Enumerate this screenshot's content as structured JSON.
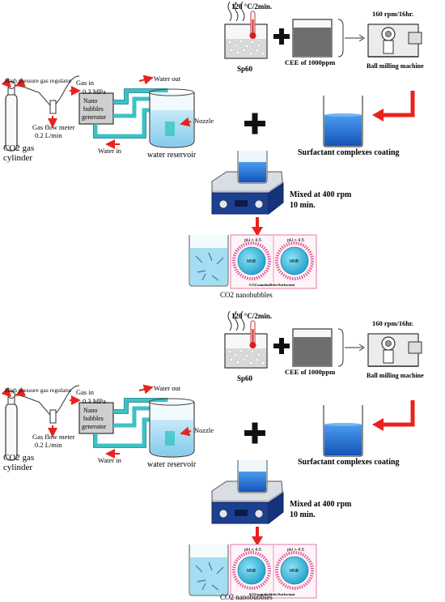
{
  "panels": [
    {
      "heating_label": "120 °C/2min.",
      "sp60_label": "Sp60",
      "cee_label": "CEE of 1000ppm",
      "rpm_label": "160 rpm/16hr.",
      "ball_mill_label": "Ball milling machine",
      "gas_regulator_label": "High pressure gas regulator",
      "gas_in_label": "Gas in",
      "pressure_label": "0.3 MPa",
      "generator_label": [
        "Nano",
        "bubbles",
        "generator"
      ],
      "water_out_label": "Water out",
      "nozzle_label": "Nozzle",
      "flow_meter_label": "Gas flow meter",
      "flow_rate_label": "0.2 L/min",
      "co2_cylinder_label": [
        "CO2 gas",
        "cylinder"
      ],
      "water_in_label": "Water in",
      "water_reservoir_label": "water reservoir",
      "surfactant_label": "Surfactant complexes coating",
      "mixed_label": [
        "Mixed at 400 rpm",
        "10 min."
      ],
      "ph_low_label": "pH < 4.5",
      "ph_high_label": "pH > 4.5",
      "mnb_label": "MNB",
      "inset_caption": "CO2 nanobubbles/Surfactant",
      "co2_nanobubbles_label": "CO2 nanobubbles"
    },
    {
      "heating_label": "120 °C/2min.",
      "sp60_label": "Sp60",
      "cee_label": "CEE of 1000ppm",
      "rpm_label": "160 rpm/16hr.",
      "ball_mill_label": "Ball milling machine",
      "gas_regulator_label": "High pressure gas regulator",
      "gas_in_label": "Gas in",
      "pressure_label": "0.3 MPa",
      "generator_label": [
        "Nano",
        "bubbles",
        "generator"
      ],
      "water_out_label": "Water out",
      "nozzle_label": "Nozzle",
      "flow_meter_label": "Gas flow meter",
      "flow_rate_label": "0.2 L/min",
      "co2_cylinder_label": [
        "CO2 gas",
        "cylinder"
      ],
      "water_in_label": "Water in",
      "water_reservoir_label": "water reservoir",
      "surfactant_label": "Surfactant complexes coating",
      "mixed_label": [
        "Mixed at 400 rpm",
        "10 min."
      ],
      "ph_low_label": "pH < 4.5",
      "ph_high_label": "pH > 4.5",
      "mnb_label": "MNB",
      "inset_caption": "CO2 nanobubbles/Surfactant",
      "co2_nanobubbles_label": "CO2 nanobubbles"
    }
  ],
  "colors": {
    "arrow_red": "#e8231f",
    "water_blue": "#1f6fd1",
    "pipe_cyan": "#3cc2c6",
    "stirrer_blue": "#1d3f8f",
    "membrane_pink": "#e0579a",
    "mnb_cyan": "#3ab6d8"
  }
}
